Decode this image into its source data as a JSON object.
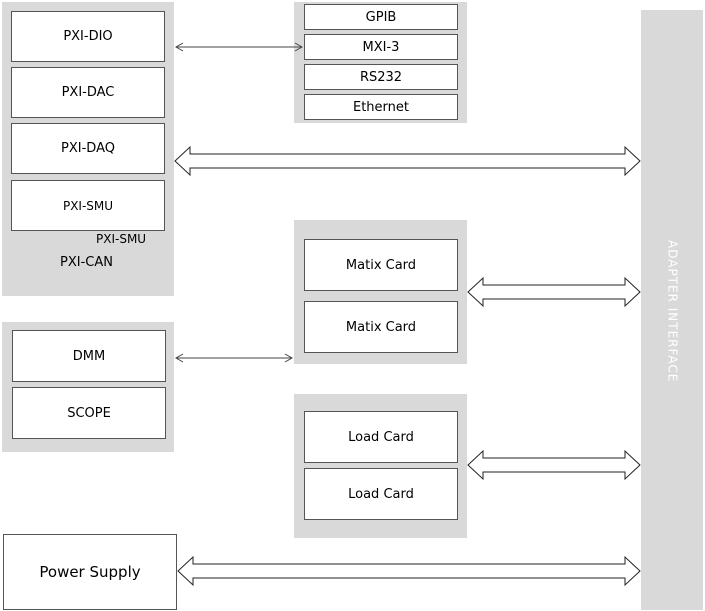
{
  "pxi_group": {
    "dio": "PXI-DIO",
    "dac": "PXI-DAC",
    "daq": "PXI-DAQ",
    "smu": "PXI-SMU",
    "smu_small": "PXI-SMU",
    "can": "PXI-CAN"
  },
  "comm_group": [
    "GPIB",
    "MXI-3",
    "RS232",
    "Ethernet"
  ],
  "meter_group": {
    "dmm": "DMM",
    "scope": "SCOPE"
  },
  "matrix_group": [
    "Matix Card",
    "Matix Card"
  ],
  "load_group": [
    "Load Card",
    "Load Card"
  ],
  "power_supply": "Power Supply",
  "adapter_interface": "ADAPTER INTERFACE",
  "colors": {
    "panel": "#d9d9d9",
    "adapter": "#d9d9d9",
    "border": "#555555"
  }
}
